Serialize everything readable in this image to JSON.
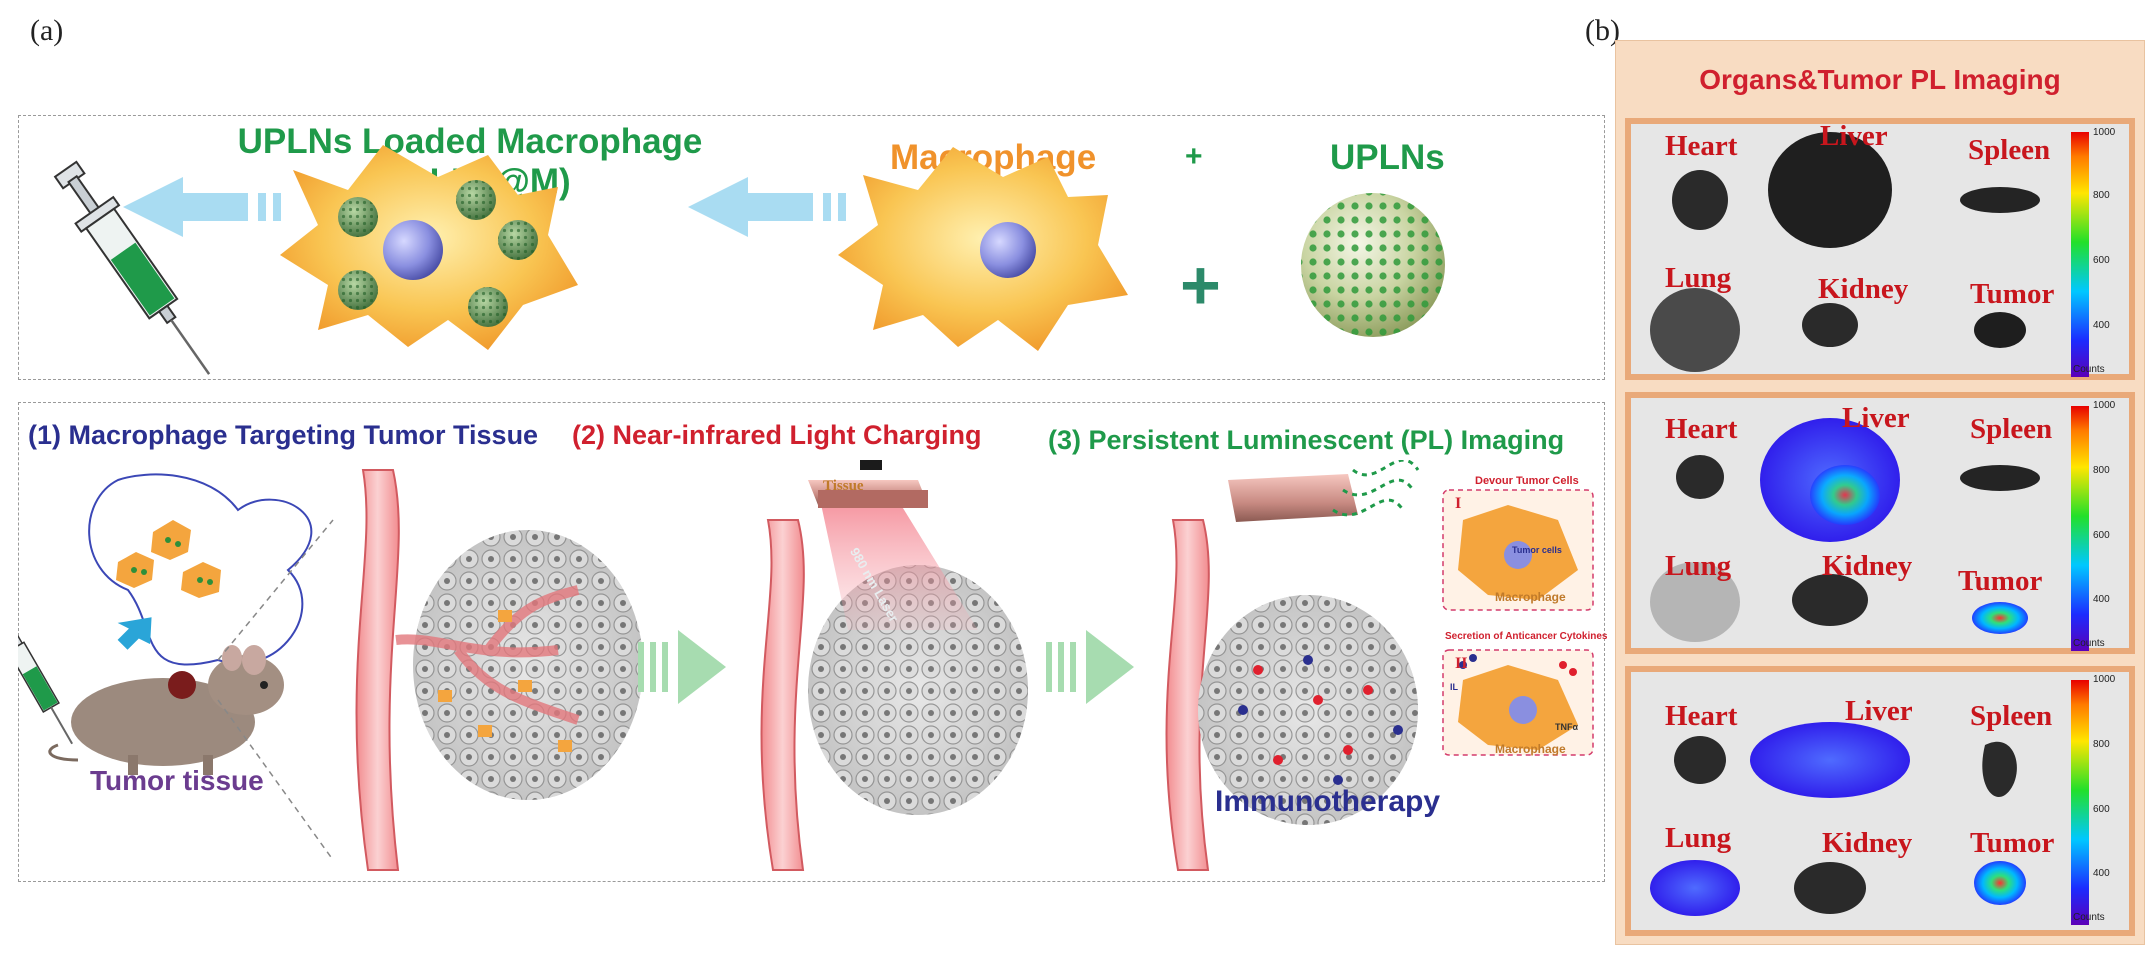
{
  "panels": {
    "a": "(a)",
    "b": "(b)"
  },
  "top_row": {
    "loaded_title_line1": "UPLNs Loaded Macrophage",
    "loaded_title_line2": "(UPLNs@M)",
    "macrophage_title": "Macrophage",
    "plus_small": "+",
    "uplns_title": "UPLNs",
    "plus_big": "+"
  },
  "steps": [
    {
      "label": "(1) Macrophage Targeting Tumor Tissue",
      "color": "#2a2f8f"
    },
    {
      "label": "(2) Near-infrared Light Charging",
      "color": "#d0202e"
    },
    {
      "label": "(3) Persistent Luminescent (PL) Imaging",
      "color": "#1f9a4a"
    }
  ],
  "bottom_row": {
    "tumor_tissue": "Tumor tissue",
    "tissue": "Tissue",
    "laser": "980 nm Laser",
    "devour": "Devour Tumor Cells",
    "roman_1": "I",
    "tumor_cells": "Tumor cells",
    "macrophage_1": "Macrophage",
    "secretion": "Secretion of Anticancer Cytokines",
    "roman_2": "II",
    "il": "IL",
    "tnf": "TNFα",
    "macrophage_2": "Macrophage",
    "immunotherapy": "Immunotherapy"
  },
  "imaging": {
    "title": "Organs&Tumor PL Imaging",
    "colorbar_ticks": [
      "1000",
      "800",
      "600",
      "400"
    ],
    "colorbar_unit": "Counts",
    "rows": [
      {
        "heart": "Heart",
        "liver": "Liver",
        "spleen": "Spleen",
        "lung": "Lung",
        "kidney": "Kidney",
        "tumor": "Tumor"
      },
      {
        "heart": "Heart",
        "liver": "Liver",
        "spleen": "Spleen",
        "lung": "Lung",
        "kidney": "Kidney",
        "tumor": "Tumor"
      },
      {
        "heart": "Heart",
        "liver": "Liver",
        "spleen": "Spleen",
        "lung": "Lung",
        "kidney": "Kidney",
        "tumor": "Tumor"
      }
    ]
  },
  "colors": {
    "green_title": "#1f9a4a",
    "orange_title": "#f0922b",
    "organ_red": "#c8161d",
    "panel_b_bg": "#f8dcc2",
    "panel_b_border": "#e9a979"
  }
}
